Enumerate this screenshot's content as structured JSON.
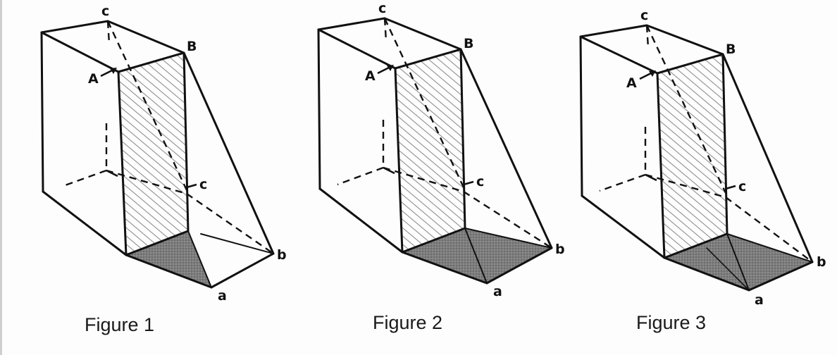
{
  "figures": [
    {
      "caption": "Figure 1",
      "labels": {
        "top_c": "c",
        "B": "B",
        "A": "A",
        "mid_c": "c",
        "b": "b",
        "a": "a"
      }
    },
    {
      "caption": "Figure 2",
      "labels": {
        "top_c": "c",
        "B": "B",
        "A": "A",
        "mid_c": "c",
        "b": "b",
        "a": "a"
      }
    },
    {
      "caption": "Figure 3",
      "labels": {
        "top_c": "c",
        "B": "B",
        "A": "A",
        "mid_c": "c",
        "b": "b",
        "a": "a"
      }
    }
  ],
  "colors": {
    "line": "#111111",
    "shade": "#8a8a8a",
    "hatch": "#333333"
  }
}
